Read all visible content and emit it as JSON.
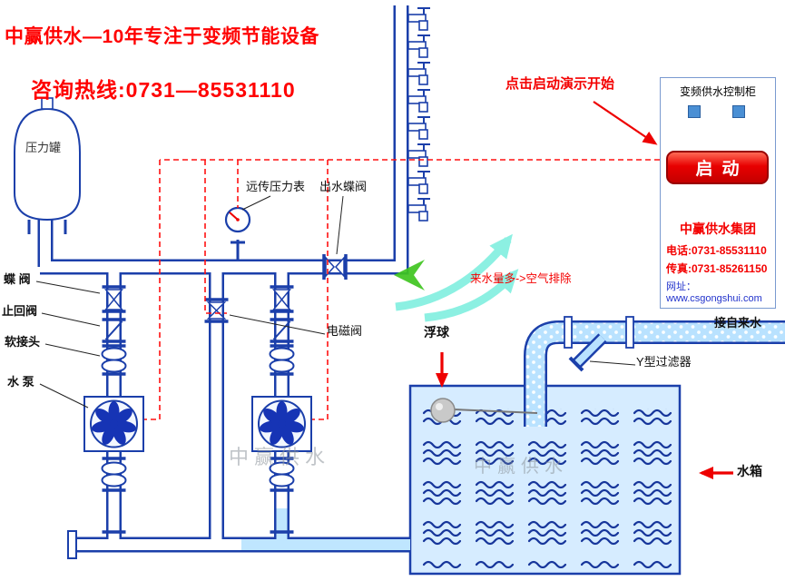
{
  "header": {
    "title": "中赢供水—10年专注于变频节能设备",
    "hotline": "咨询热线:0731—85531110"
  },
  "diagram_labels": {
    "pressure_tank": "压力罐",
    "butterfly_valve": "蝶 阀",
    "check_valve": "止回阀",
    "soft_joint": "软接头",
    "water_pump": "水 泵",
    "remote_pressure_gauge": "远传压力表",
    "outlet_butterfly_valve": "出水蝶阀",
    "solenoid_valve": "电磁阀",
    "float_ball": "浮球",
    "y_filter": "Y型过滤器",
    "tap_water_inlet": "接自来水",
    "water_tank": "水箱",
    "air_exhaust_note": "来水量多->空气排除"
  },
  "control_cabinet": {
    "demo_hint": "点击启动演示开始",
    "title": "变频供水控制柜",
    "start_button": "启动",
    "company": "中赢供水集团",
    "phone": "电话:0731-85531110",
    "fax": "传真:0731-85261150",
    "website": "网址：www.csgongshui.com"
  },
  "watermark": "中赢供水",
  "colors": {
    "brand_red": "#ff0000",
    "pipe_blue": "#1b3faa",
    "water_light": "#bfe6ff",
    "button_red": "#d90000",
    "air_cyan": "#79eede",
    "flow_green": "#3fc41f"
  }
}
